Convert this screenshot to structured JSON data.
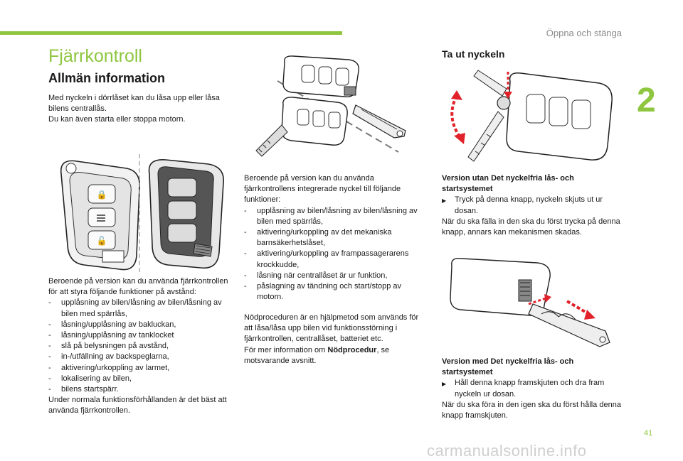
{
  "header": {
    "section": "Öppna och stänga",
    "chapter": "2",
    "page_number": "41"
  },
  "watermark": "carmanualsonline.info",
  "left": {
    "title": "Fjärrkontroll",
    "subtitle": "Allmän information",
    "intro": [
      "Med nyckeln i dörrlåset kan du låsa upp eller låsa bilens centrallås.",
      "Du kan även starta eller stoppa motorn."
    ],
    "remote_intro": "Beroende på version kan du använda fjärrkontrollen för att styra följande funktioner på avstånd:",
    "remote_items": [
      "upplåsning av bilen/låsning av bilen/låsning av bilen med spärrlås,",
      "låsning/upplåsning av bakluckan,",
      "låsning/upplåsning av tanklocket",
      "slå på belysningen på avstånd,",
      "in-/utfällning av backspeglarna,",
      "aktivering/urkoppling av larmet,",
      "lokalisering av bilen,",
      "bilens startspärr."
    ],
    "remote_outro": "Under normala funktionsförhållanden är det bäst att använda fjärrkontrollen."
  },
  "middle": {
    "key_intro": "Beroende på version kan du använda fjärrkontrollens integrerade nyckel till följande funktioner:",
    "key_items": [
      "upplåsning av bilen/låsning av bilen/låsning av bilen med spärrlås,",
      "aktivering/urkoppling av det mekaniska barnsäkerhetslåset,",
      "aktivering/urkoppling av frampassagerarens krockkudde,",
      "låsning när centrallåset är ur funktion,",
      "påslagning av tändning och start/stopp av motorn."
    ],
    "emergency_text": "Nödproceduren är en hjälpmetod som används för att låsa/låsa upp bilen vid funktionsstörning i fjärrkontrollen, centrallåset, batteriet etc.",
    "more_info_prefix": "För mer information om ",
    "more_info_bold": "Nödprocedur",
    "more_info_suffix": ", se motsvarande avsnitt."
  },
  "right": {
    "title": "Ta ut nyckeln",
    "v1_heading": "Version utan Det nyckelfria lås- och startsystemet",
    "v1_step": "Tryck på denna knapp, nyckeln skjuts ut ur dosan.",
    "v1_note": "När du ska fälla in den ska du först trycka på denna knapp, annars kan mekanismen skadas.",
    "v2_heading": "Version med Det nyckelfria lås- och startsystemet",
    "v2_step": "Håll denna knapp framskjuten och dra fram nyckeln ur dosan.",
    "v2_note": "När du ska föra in den igen ska du först hålla denna knapp framskjuten."
  },
  "colors": {
    "accent": "#8ec63f",
    "arrow": "#e2222a"
  }
}
